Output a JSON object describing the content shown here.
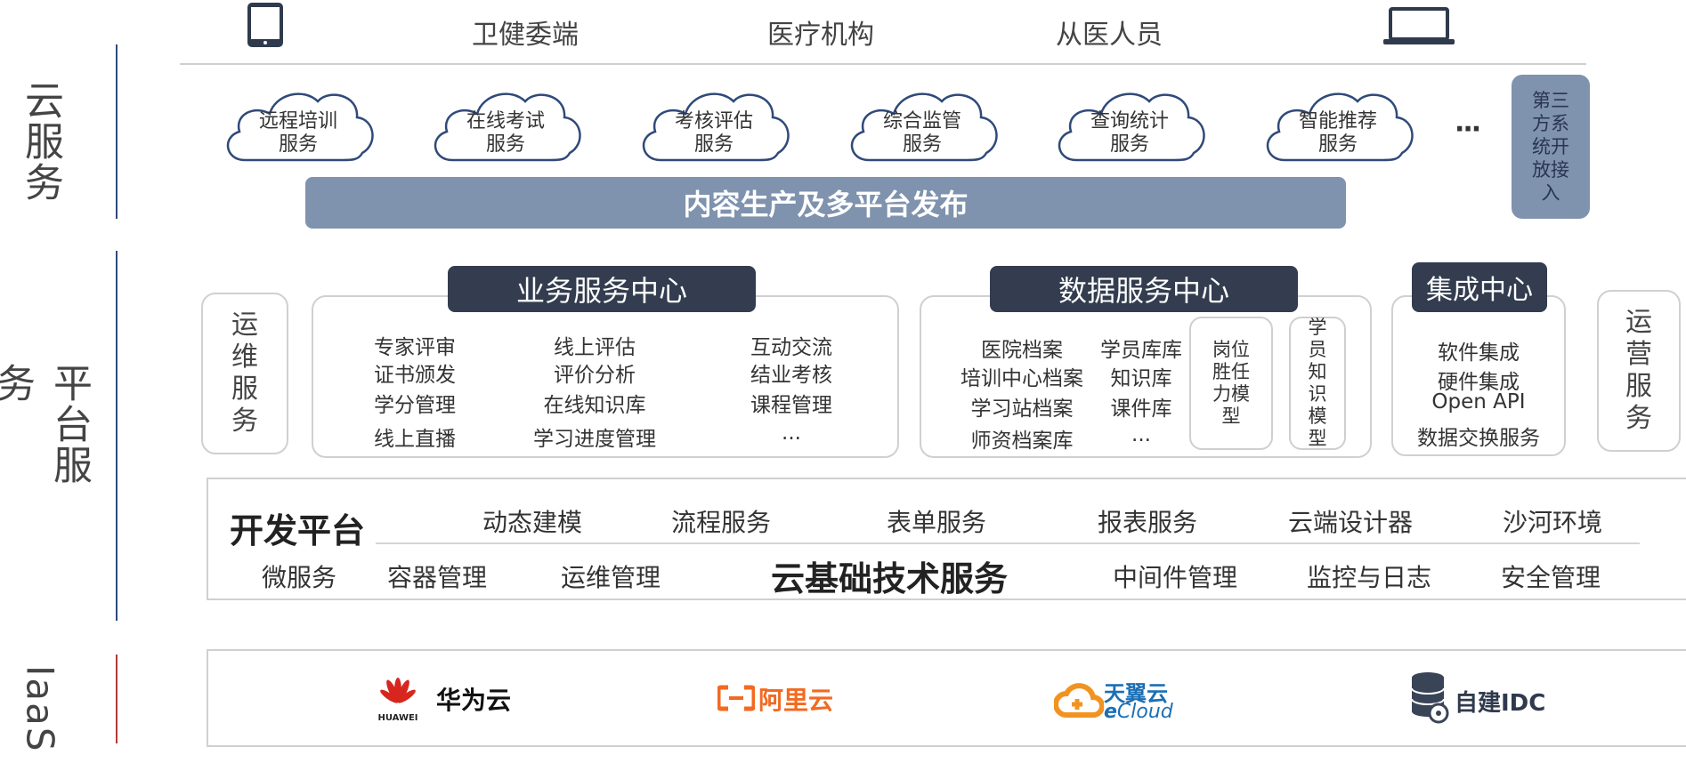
{
  "side_labels": {
    "cloud_service": "云服务",
    "platform_service": "平台服务",
    "iaas": "IaaS"
  },
  "top_row": {
    "icons": [
      "tablet-icon",
      "laptop-icon"
    ],
    "labels": [
      "卫健委端",
      "医疗机构",
      "从医人员"
    ]
  },
  "cloud_services": [
    {
      "line1": "远程培训",
      "line2": "服务"
    },
    {
      "line1": "在线考试",
      "line2": "服务"
    },
    {
      "line1": "考核评估",
      "line2": "服务"
    },
    {
      "line1": "综合监管",
      "line2": "服务"
    },
    {
      "line1": "查询统计",
      "line2": "服务"
    },
    {
      "line1": "智能推荐",
      "line2": "服务"
    }
  ],
  "ellipsis": "···",
  "third_party": "第三方系统开放接入",
  "content_banner": "内容生产及多平台发布",
  "ops_service": "运维服务",
  "operation_service": "运营服务",
  "business_center": {
    "title": "业务服务中心",
    "rows": [
      [
        "专家评审",
        "线上评估",
        "互动交流"
      ],
      [
        "证书颁发",
        "评价分析",
        "结业考核"
      ],
      [
        "学分管理",
        "在线知识库",
        "课程管理"
      ],
      [
        "线上直播",
        "学习进度管理",
        "..."
      ]
    ]
  },
  "data_center": {
    "title": "数据服务中心",
    "rows": [
      [
        "医院档案",
        "学员库库"
      ],
      [
        "培训中心档案",
        "知识库"
      ],
      [
        "学习站档案",
        "课件库"
      ],
      [
        "师资档案库",
        "..."
      ]
    ],
    "model1": "岗位胜任力模型",
    "model2": "学员知识模型"
  },
  "integration_center": {
    "title": "集成中心",
    "items": [
      "软件集成",
      "硬件集成",
      "Open API",
      "数据交换服务"
    ]
  },
  "dev_platform": {
    "title": "开发平台",
    "items": [
      "动态建模",
      "流程服务",
      "表单服务",
      "报表服务",
      "云端设计器",
      "沙河环境"
    ]
  },
  "cloud_base": {
    "title": "云基础技术服务",
    "left_items": [
      "微服务",
      "容器管理",
      "运维管理"
    ],
    "right_items": [
      "中间件管理",
      "监控与日志",
      "安全管理"
    ]
  },
  "iaas_vendors": {
    "huawei_logo_text": "HUAWEI",
    "huawei": "华为云",
    "aliyun": "阿里云",
    "tianyi": "天翼云",
    "tianyi_sub": "Cloud",
    "idc": "自建IDC"
  },
  "colors": {
    "banner": "#7f92ae",
    "header_pill": "#333d4f",
    "cloud_outline": "#2f4a7a",
    "aliyun_orange": "#f26a21",
    "huawei_red": "#d7261d",
    "tianyi_blue": "#1b6fb5",
    "tianyi_orange": "#f29321"
  }
}
